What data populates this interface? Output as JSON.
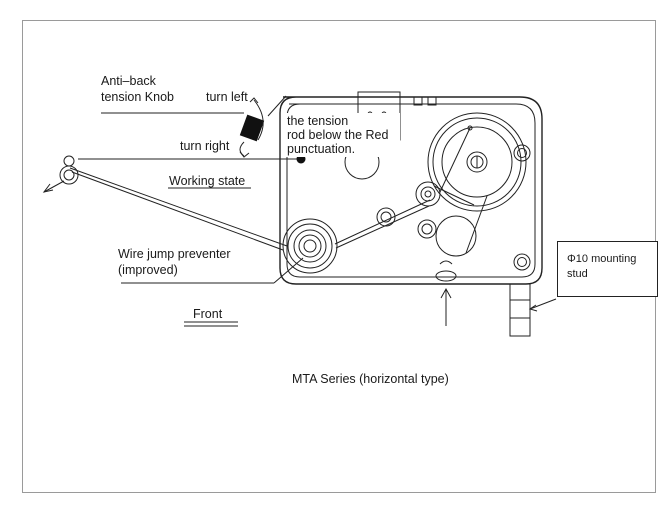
{
  "labels": {
    "anti_back_line1": "Anti–back",
    "anti_back_line2": "tension Knob",
    "turn_left": "turn left",
    "turn_right": "turn right",
    "working_state": "Working state",
    "tension_rod_line1": "the tension",
    "tension_rod_line2": "rod below the Red",
    "tension_rod_line3": "punctuation.",
    "wire_jump_line1": "Wire jump preventer",
    "wire_jump_line2": "(improved)",
    "front": "Front",
    "mounting_stud_line1": "Φ10 mounting",
    "mounting_stud_line2": "stud",
    "caption": "MTA Series (horizontal type)"
  },
  "colors": {
    "line": "#222222",
    "frame": "#9a9a9a",
    "knob": "#111111"
  }
}
